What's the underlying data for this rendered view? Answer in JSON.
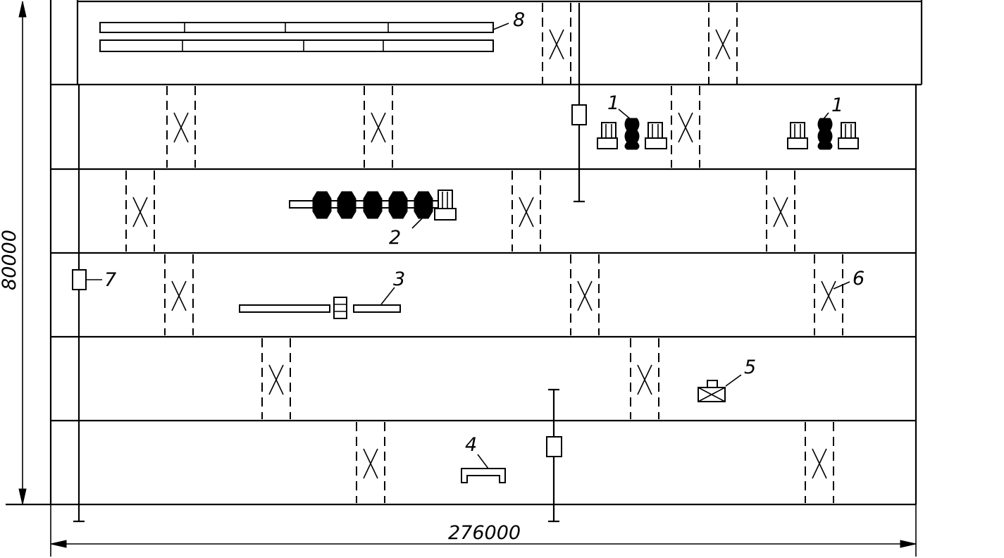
{
  "dimensions": {
    "width_label": "276000",
    "height_label": "80000"
  },
  "callouts": [
    {
      "id": "1",
      "text": "1"
    },
    {
      "id": "2",
      "text": "2"
    },
    {
      "id": "3",
      "text": "3"
    },
    {
      "id": "4",
      "text": "4"
    },
    {
      "id": "5",
      "text": "5"
    },
    {
      "id": "6",
      "text": "6"
    },
    {
      "id": "7",
      "text": "7"
    },
    {
      "id": "8",
      "text": "8"
    }
  ]
}
